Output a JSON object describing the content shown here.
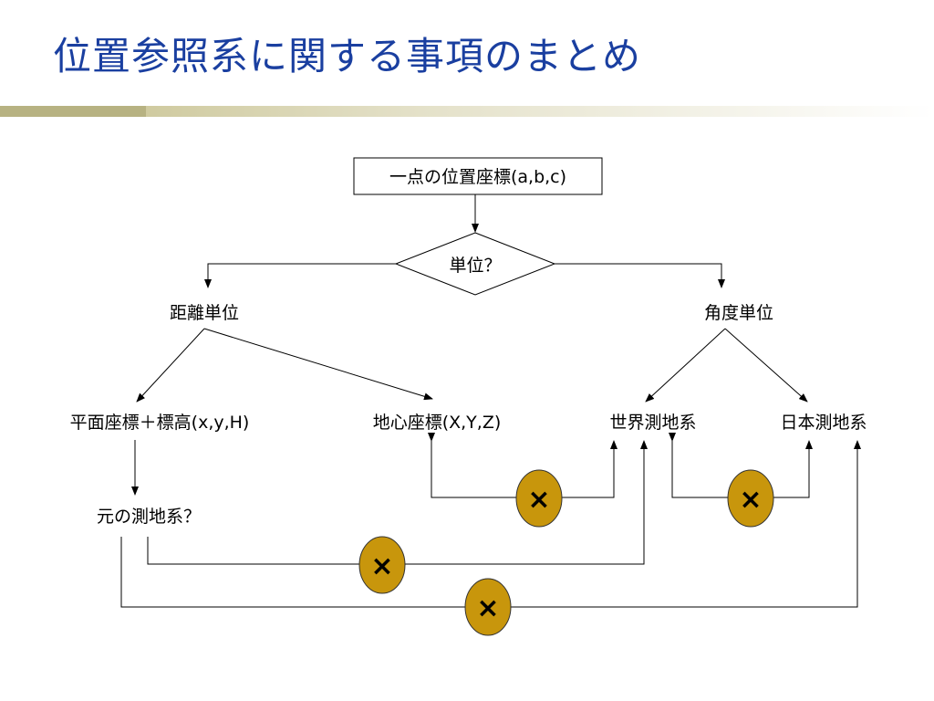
{
  "title": "位置参照系に関する事項のまとめ",
  "nodes": {
    "start": "一点の位置座標(a,b,c)",
    "decision": "単位？",
    "distance": "距離単位",
    "angle": "角度単位",
    "plane": "平面座標＋標高(x,y,H)",
    "geocentric": "地心座標(X,Y,Z)",
    "world": "世界測地系",
    "japan": "日本測地系",
    "original": "元の測地系？"
  },
  "marks": {
    "cross": "×"
  },
  "colors": {
    "title": "#1a3fa0",
    "cross_fill": "#c8960c",
    "line": "#000000"
  }
}
